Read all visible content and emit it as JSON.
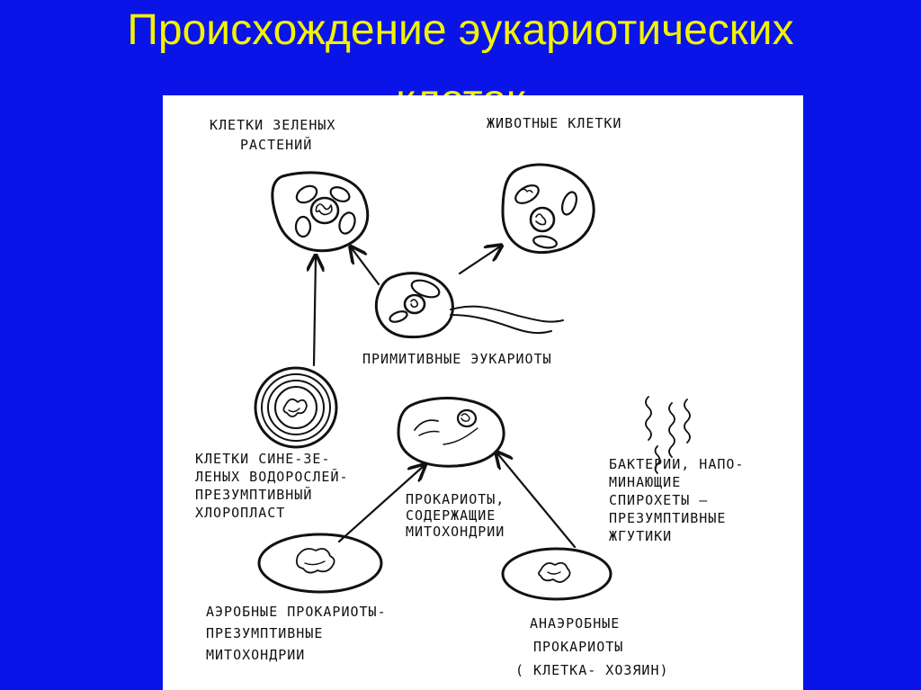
{
  "slide": {
    "title_line1": "Происхождение эукариотических",
    "title_line2": "клеток",
    "title_color": "#f2f200",
    "background_color": "#0a14e8"
  },
  "diagram": {
    "labels": {
      "green_plant_cells": [
        "КЛЕТКИ ЗЕЛЕНЫХ",
        "РАСТЕНИЙ"
      ],
      "animal_cells": [
        "ЖИВОТНЫЕ КЛЕТКИ"
      ],
      "primitive_eukaryotes": [
        "ПРИМИТИВНЫЕ ЭУКАРИОТЫ"
      ],
      "blue_green_algae": [
        "КЛЕТКИ СИНЕ-ЗЕ-",
        "ЛЕНЫХ ВОДОРОСЛЕЙ-",
        "ПРЕЗУМПТИВНЫЙ",
        "ХЛОРОПЛАСТ"
      ],
      "prokaryotes_with_mitochondria": [
        "ПРОКАРИОТЫ,",
        "СОДЕРЖАЩИЕ",
        "МИТОХОНДРИИ"
      ],
      "spirochete_bacteria": [
        "БАКТЕРИИ, НАПО-",
        "МИНАЮЩИЕ",
        "СПИРОХЕТЫ –",
        "ПРЕЗУМПТИВНЫЕ",
        "ЖГУТИКИ"
      ],
      "aerobic_prokaryotes": [
        "АЭРОБНЫЕ ПРОКАРИОТЫ-",
        "ПРЕЗУМПТИВНЫЕ",
        "МИТОХОНДРИИ"
      ],
      "anaerobic_prokaryotes": [
        "АНАЭРОБНЫЕ",
        "ПРОКАРИОТЫ",
        "( КЛЕТКА- ХОЗЯИН)"
      ]
    }
  }
}
